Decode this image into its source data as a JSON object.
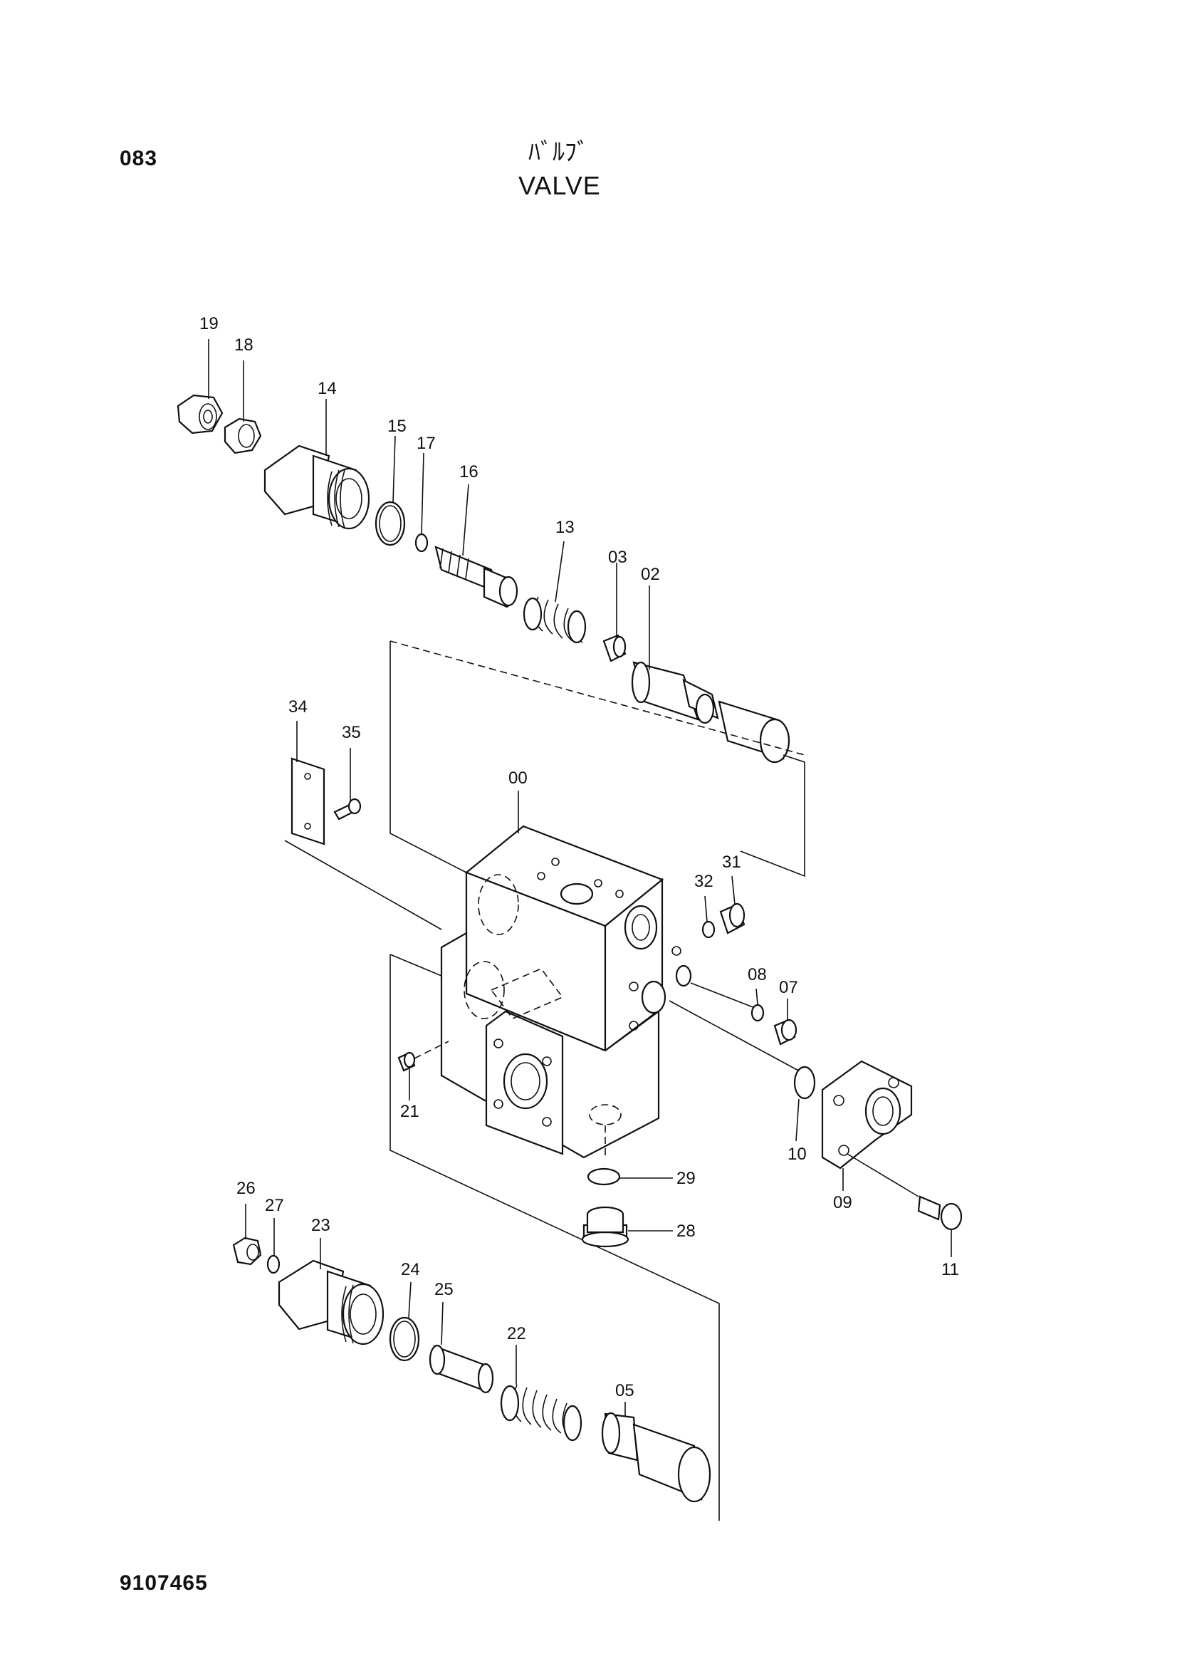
{
  "header": {
    "page_code": "083",
    "title_jp": "ﾊﾞﾙﾌﾞ",
    "title_en": "VALVE"
  },
  "footer": {
    "drawing_number": "9107465"
  },
  "parts": {
    "p00": "00",
    "p02": "02",
    "p03": "03",
    "p05": "05",
    "p07": "07",
    "p08": "08",
    "p09": "09",
    "p10": "10",
    "p11": "11",
    "p13": "13",
    "p14": "14",
    "p15": "15",
    "p16": "16",
    "p17": "17",
    "p18": "18",
    "p19": "19",
    "p21": "21",
    "p22": "22",
    "p23": "23",
    "p24": "24",
    "p25": "25",
    "p26": "26",
    "p27": "27",
    "p28": "28",
    "p29": "29",
    "p31": "31",
    "p32": "32",
    "p34": "34",
    "p35": "35"
  }
}
